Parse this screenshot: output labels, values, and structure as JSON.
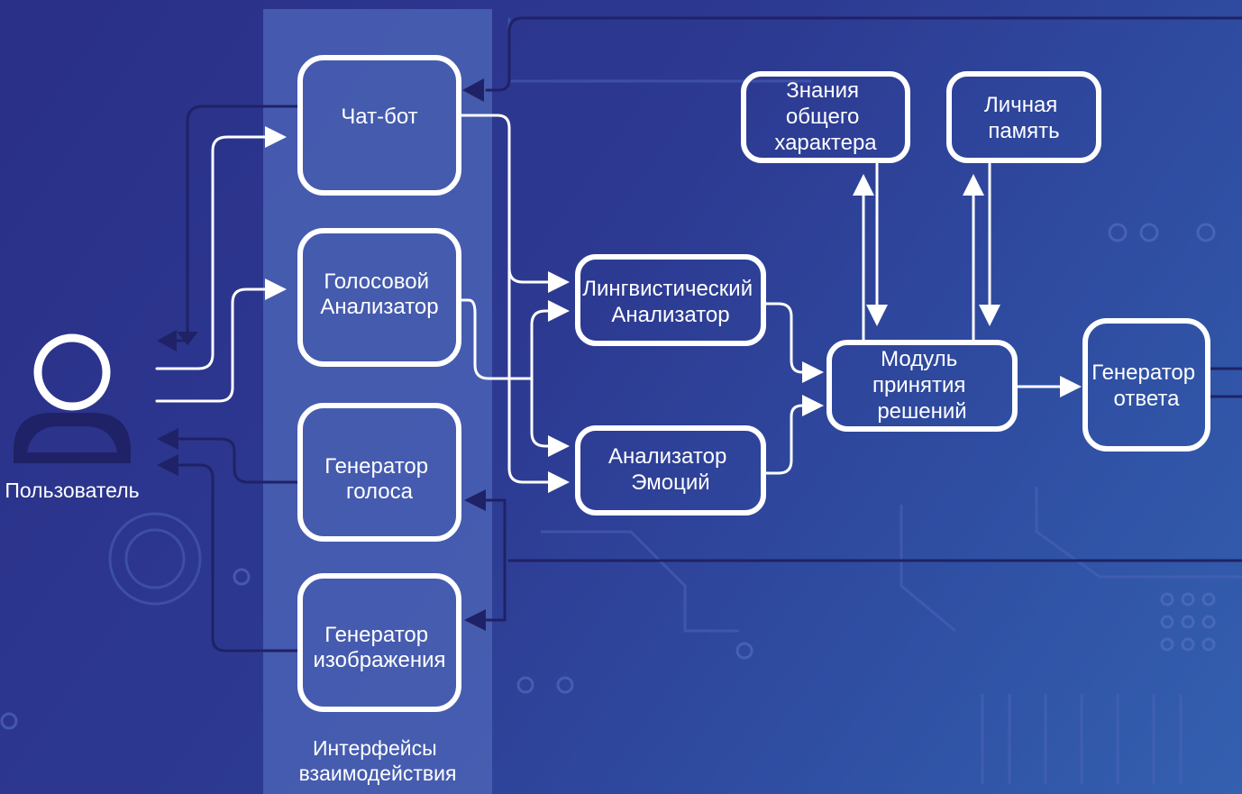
{
  "diagram": {
    "nodes": {
      "user": "Пользователь",
      "chatbot": "Чат-бот",
      "voice_analyzer": [
        "Голосовой",
        "Анализатор"
      ],
      "voice_generator": [
        "Генератор",
        "голоса"
      ],
      "image_generator": [
        "Генератор",
        "изображения"
      ],
      "linguistic_analyzer": [
        "Лингвистический",
        "Анализатор"
      ],
      "emotion_analyzer": [
        "Анализатор",
        "Эмоций"
      ],
      "general_knowledge": [
        "Знания",
        "общего",
        "характера"
      ],
      "personal_memory": [
        "Личная",
        "память"
      ],
      "decision_module": [
        "Модуль",
        "принятия",
        "решений"
      ],
      "response_generator": [
        "Генератор",
        "ответа"
      ]
    },
    "interfaces_label": [
      "Интерфейсы",
      "взаимодействия"
    ]
  },
  "colors": {
    "background_start": "#2a2f87",
    "background_end": "#3460b0",
    "interfaces_band": "#4a62b4",
    "box_stroke": "#ffffff",
    "dark_arrow": "#1f2266"
  },
  "icons": [
    "user-icon"
  ]
}
